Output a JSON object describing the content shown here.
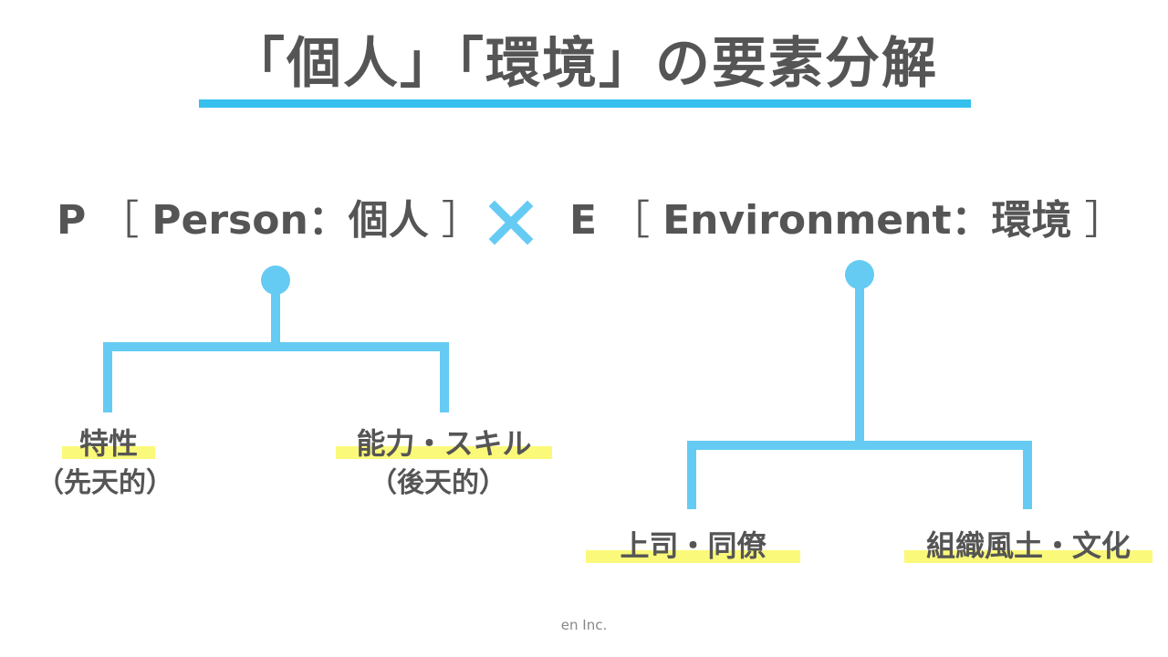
{
  "title": "「個人」「環境」の要素分解",
  "person": {
    "letter": "P",
    "open_bracket": "［",
    "label": "Person：個人",
    "close_bracket": "］"
  },
  "environment": {
    "letter": "E",
    "open_bracket": "［",
    "label": "Environment：環境",
    "close_bracket": "］"
  },
  "person_children": [
    {
      "label": "特性",
      "sub": "（先天的）"
    },
    {
      "label": "能力・スキル",
      "sub": "（後天的）"
    }
  ],
  "environment_children": [
    {
      "label": "上司・同僚"
    },
    {
      "label": "組織風土・文化"
    }
  ],
  "footer": "en Inc.",
  "colors": {
    "accent_line": "#35c0ee",
    "tree_line": "#65cbf3",
    "highlight": "#fbf97a",
    "text": "#555555"
  }
}
